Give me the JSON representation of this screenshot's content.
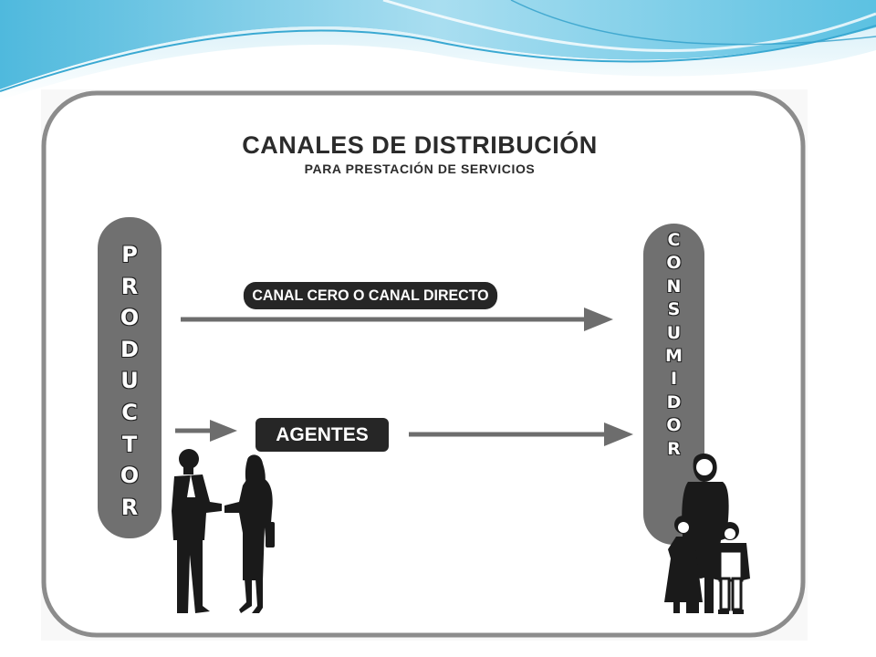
{
  "diagram": {
    "title": "CANALES DE DISTRIBUCIÓN",
    "subtitle": "PARA PRESTACIÓN DE SERVICIOS",
    "producer": {
      "label": "PRODUCTOR",
      "letters": [
        "P",
        "R",
        "O",
        "D",
        "U",
        "C",
        "T",
        "O",
        "R"
      ]
    },
    "consumer": {
      "label": "CONSUMIDOR",
      "letters": [
        "C",
        "O",
        "N",
        "S",
        "U",
        "M",
        "I",
        "D",
        "O",
        "R"
      ]
    },
    "channels": {
      "direct_label": "CANAL CERO O CANAL DIRECTO",
      "agents_label": "AGENTES"
    },
    "colors": {
      "frame": "#8c8c8c",
      "pill_gray": "#707070",
      "label_dark": "#262626",
      "arrow": "#6d6d6d",
      "header_blue": "#66c7e4"
    }
  }
}
